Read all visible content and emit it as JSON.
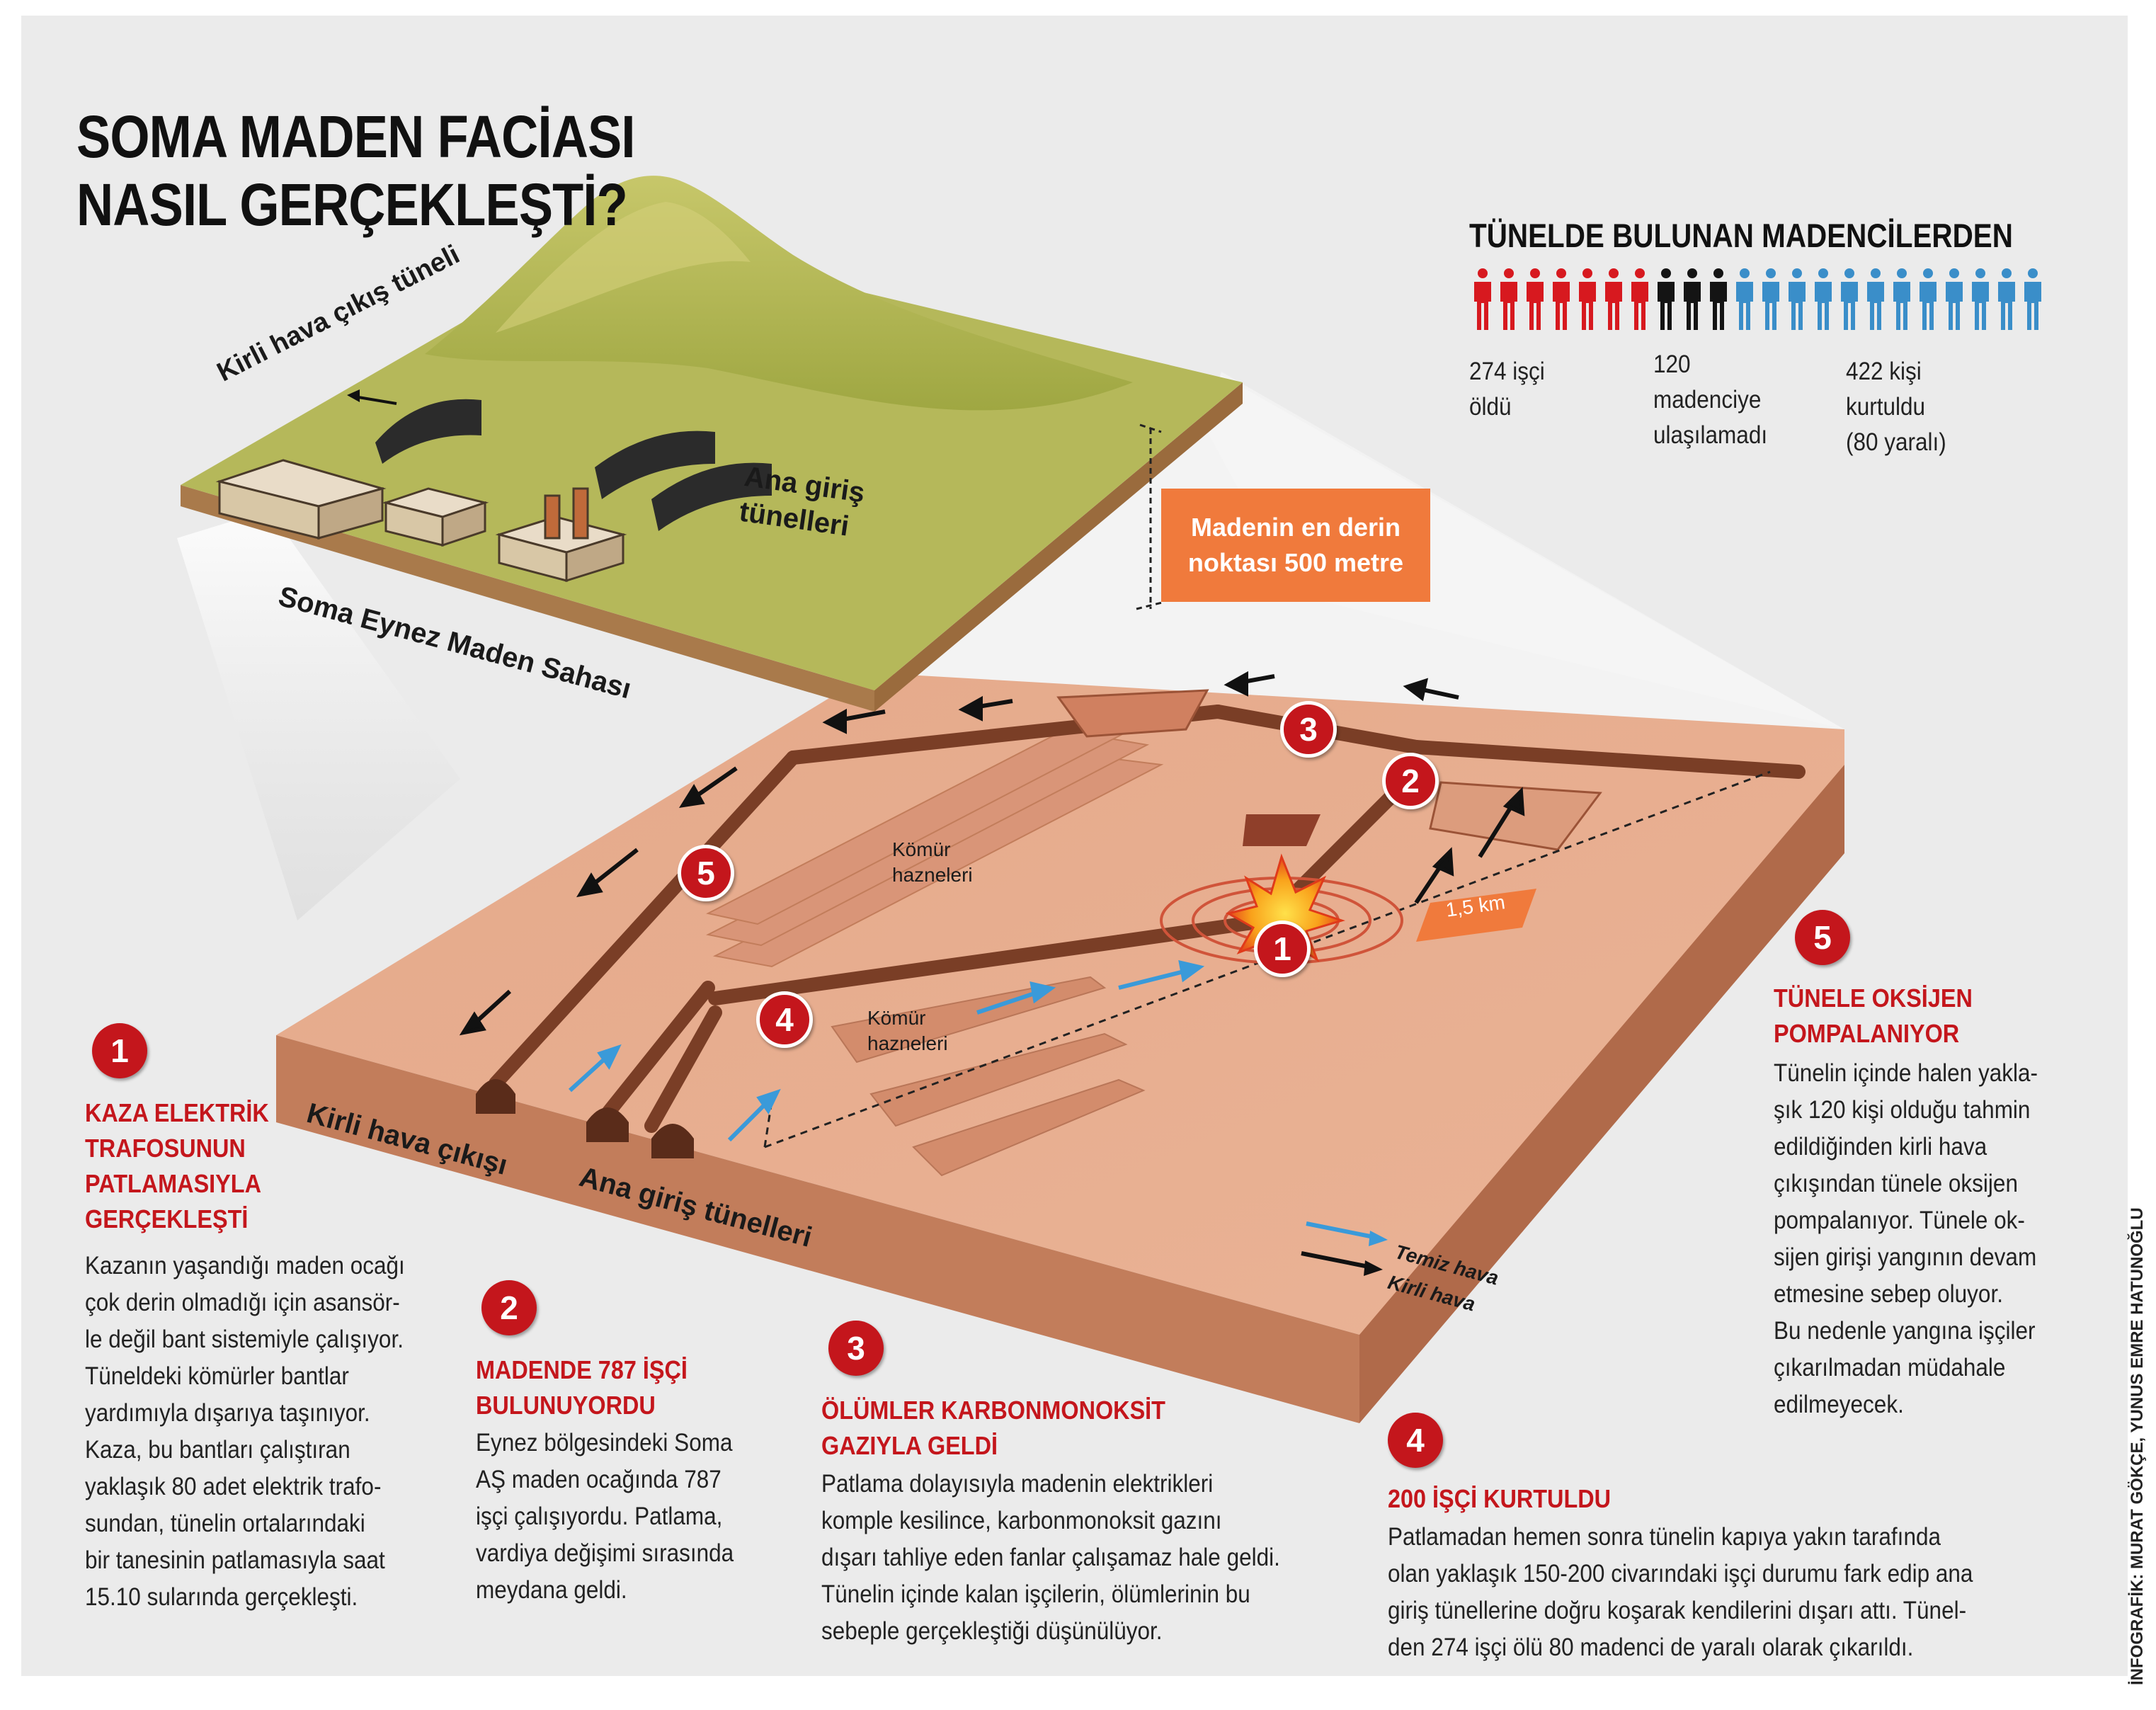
{
  "title": {
    "line1": "SOMA MADEN FACİASI",
    "line2": "NASIL GERÇEKLEŞTİ?"
  },
  "miners": {
    "heading": "TÜNELDE BULUNAN MADENCİLERDEN",
    "icons": {
      "red": 7,
      "black": 3,
      "blue": 12
    },
    "colors": {
      "red": "#d7191f",
      "black": "#141414",
      "blue": "#3a8ec9"
    },
    "groups": [
      {
        "line1": "274 işçi",
        "line2": "öldü",
        "line3": ""
      },
      {
        "line1": "120",
        "line2": "madenciye",
        "line3": "ulaşılamadı"
      },
      {
        "line1": "422 kişi",
        "line2": "kurtuldu",
        "line3": "(80 yaralı)"
      }
    ]
  },
  "surface": {
    "kirli_hava_tunnel": "Kirli hava çıkış tüneli",
    "ana_giris": "Ana giriş\ntünelleri",
    "site_name": "Soma Eynez Maden Sahası"
  },
  "depth_note": "Madenin en derin\nnoktası 500 metre",
  "underground": {
    "komur1": "Kömür\nhazneleri",
    "komur2": "Kömür\nhazneleri",
    "distance": "1,5 km",
    "kirli_hava_cikisi": "Kirli hava çıkışı",
    "ana_giris_tunelleri": "Ana giriş tünelleri"
  },
  "legend": {
    "clean": "Temiz hava",
    "dirty": "Kirli hava",
    "clean_color": "#3a9ad9",
    "dirty_color": "#111111"
  },
  "sections": [
    {
      "num": "1",
      "title": "KAZA ELEKTRİK\nTRAFOSUNUN\nPATLAMASIYLA\nGERÇEKLEŞTİ",
      "body": "Kazanın yaşandığı maden ocağı\nçok derin olmadığı için asansör-\nle değil bant sistemiyle çalışıyor.\nTüneldeki kömürler bantlar\nyardımıyla dışarıya taşınıyor.\nKaza, bu bantları çalıştıran\nyaklaşık 80 adet elektrik trafo-\nsundan, tünelin ortalarındaki\nbir tanesinin patlamasıyla saat\n15.10 sularında gerçekleşti."
    },
    {
      "num": "2",
      "title": "MADENDE 787 İŞÇİ\nBULUNUYORDU",
      "body": "Eynez bölgesindeki Soma\nAŞ maden ocağında 787\nişçi çalışıyordu. Patlama,\nvardiya değişimi sırasında\nmeydana geldi."
    },
    {
      "num": "3",
      "title": "ÖLÜMLER KARBONMONOKSİT\nGAZIYLA GELDİ",
      "body": "Patlama dolayısıyla madenin elektrikleri\nkomple kesilince, karbonmonoksit gazını\ndışarı tahliye eden fanlar çalışamaz hale geldi.\nTünelin içinde kalan işçilerin, ölümlerinin bu\nsebeple gerçekleştiği düşünülüyor."
    },
    {
      "num": "4",
      "title": "200 İŞÇİ KURTULDU",
      "body": "Patlamadan hemen sonra tünelin kapıya yakın tarafında\nolan yaklaşık 150-200 civarındaki işçi durumu fark edip ana\ngiriş tünellerine doğru koşarak kendilerini dışarı attı. Tünel-\nden 274 işçi ölü 80 madenci de yaralı olarak çıkarıldı."
    },
    {
      "num": "5",
      "title": "TÜNELE OKSİJEN\nPOMPALANIYOR",
      "body": "Tünelin içinde halen yakla-\nşık 120 kişi olduğu tahmin\nedildiğinden kirli hava\nçıkışından tünele oksijen\npompalanıyor. Tünele ok-\nsijen girişi yangının devam\netmesine sebep oluyor.\nBu nedenle yangına işçiler\nçıkarılmadan müdahale\nedilmeyecek."
    }
  ],
  "map_badges": [
    "1",
    "2",
    "3",
    "4",
    "5"
  ],
  "credit": "İNFOGRAFİK: MURAT GÖKÇE, YUNUS EMRE HATUNOĞLU"
}
